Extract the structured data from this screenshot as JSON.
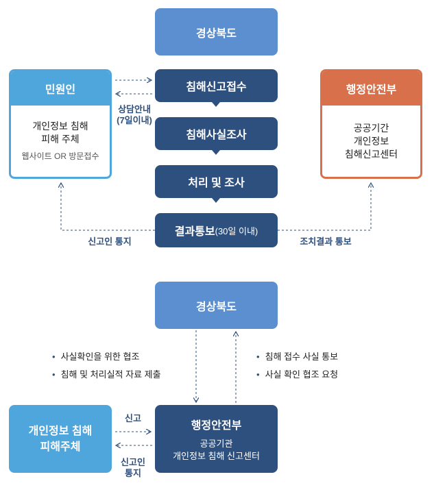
{
  "top": {
    "gyeongbuk": "경상북도",
    "complainant": {
      "title": "민원인",
      "line1": "개인정보 침해",
      "line2": "피해 주체",
      "sub": "웹사이트 OR 방문접수"
    },
    "ministry": {
      "title": "행정안전부",
      "line1": "공공기간",
      "line2": "개인정보",
      "line3": "침해신고센터"
    },
    "steps": [
      "침해신고접수",
      "침해사실조사",
      "처리 및 조사"
    ],
    "result": {
      "main": "결과통보",
      "paren": "(30일 이내)"
    },
    "consult_label": [
      "상담안내",
      "(7일이내)"
    ],
    "notify_left": "신고인 통지",
    "notify_right": "조치결과 통보"
  },
  "bottom": {
    "gyeongbuk": "경상북도",
    "left_bullets": [
      "사실확인을 위한 협조",
      "침해 및 처리실적 자료 제출"
    ],
    "right_bullets": [
      "침해 접수 사실 통보",
      "사실 확인 협조 요청"
    ],
    "victim": [
      "개인정보 침해",
      "피해주체"
    ],
    "ministry": {
      "title": "행정안전부",
      "line1": "공공기관",
      "line2": "개인정보 침해 신고센터"
    },
    "report": "신고",
    "notify": [
      "신고인",
      "통지"
    ]
  },
  "colors": {
    "light_blue": "#5b8fd0",
    "navy": "#2e507e",
    "sky": "#4ea6dc",
    "orange": "#d8714b"
  }
}
